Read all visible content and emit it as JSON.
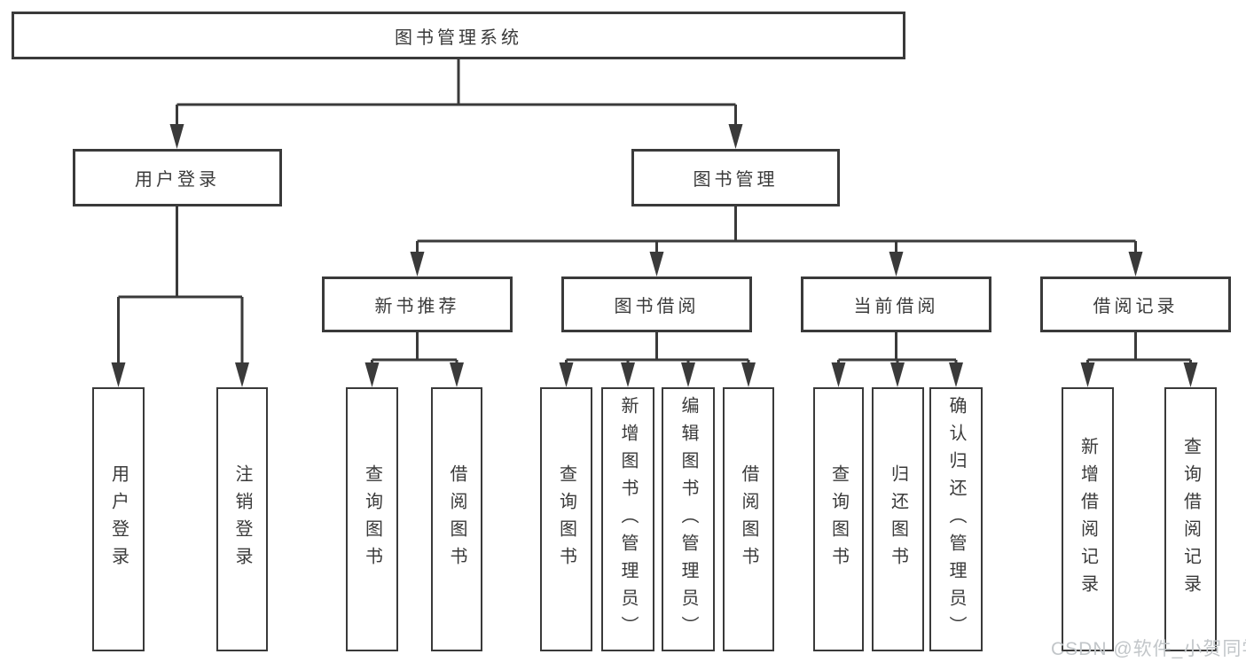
{
  "tree": {
    "label": "图书管理系统",
    "children": [
      {
        "label": "用户登录",
        "children": [
          {
            "label": "用户登录"
          },
          {
            "label": "注销登录"
          }
        ]
      },
      {
        "label": "图书管理",
        "children": [
          {
            "label": "新书推荐",
            "children": [
              {
                "label": "查询图书"
              },
              {
                "label": "借阅图书"
              }
            ]
          },
          {
            "label": "图书借阅",
            "children": [
              {
                "label": "查询图书"
              },
              {
                "label": "新增图书（管理员）"
              },
              {
                "label": "编辑图书（管理员）"
              },
              {
                "label": "借阅图书"
              }
            ]
          },
          {
            "label": "当前借阅",
            "children": [
              {
                "label": "查询图书"
              },
              {
                "label": "归还图书"
              },
              {
                "label": "确认归还（管理员）"
              }
            ]
          },
          {
            "label": "借阅记录",
            "children": [
              {
                "label": "新增借阅记录"
              },
              {
                "label": "查询借阅记录"
              }
            ]
          }
        ]
      }
    ]
  },
  "watermark": {
    "text": "CSDN @软件_小贺同学"
  },
  "colors": {
    "line": "#3a3a3a",
    "text": "#3a3a3a",
    "watermark": "#c2c6c9",
    "background": "#ffffff"
  }
}
